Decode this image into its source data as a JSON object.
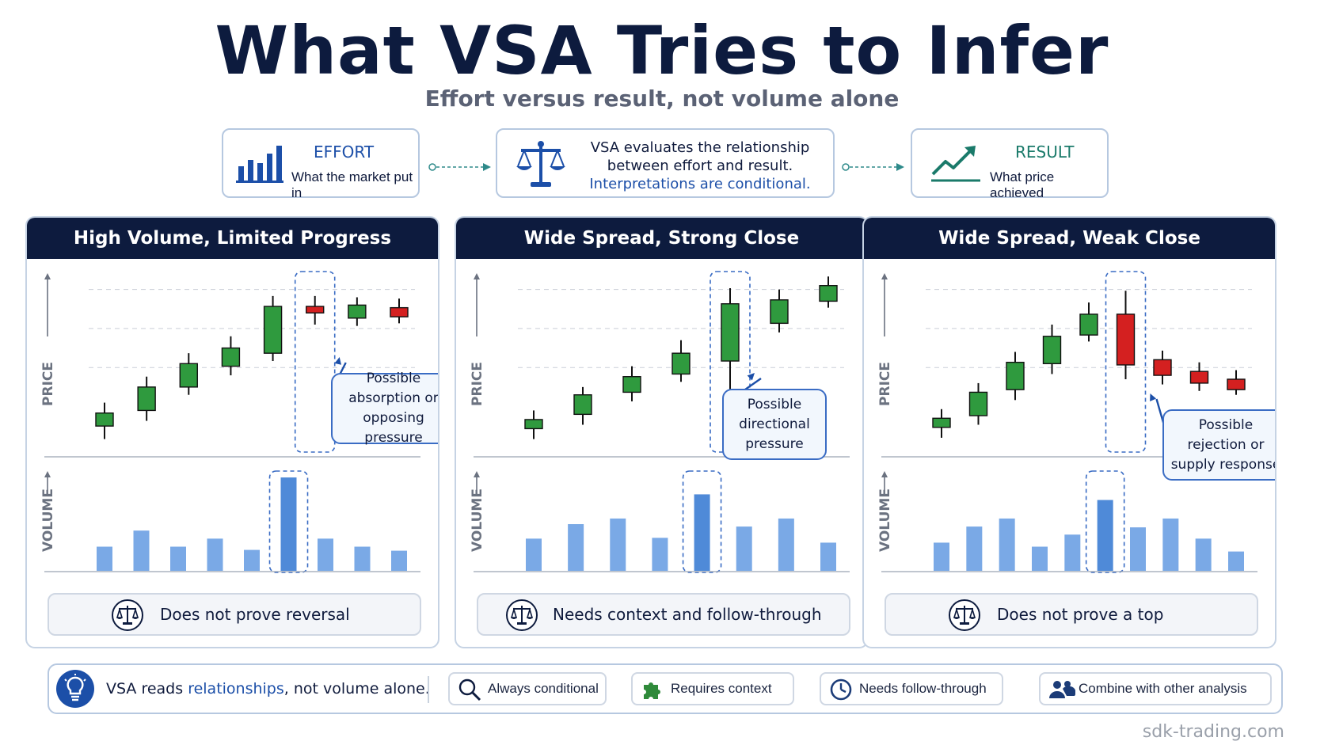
{
  "header": {
    "title": "What VSA Tries to Infer",
    "subtitle": "Effort versus result, not volume alone"
  },
  "flow": {
    "effort": {
      "title": "EFFORT",
      "sub": "What the market put in",
      "icon": "bar-chart-icon",
      "color": "#1c4fa8"
    },
    "center": {
      "line1": "VSA evaluates the relationship",
      "line2": "between effort and result.",
      "line3": "Interpretations are conditional.",
      "icon": "scale-icon",
      "accent": "#1c4fa8"
    },
    "result": {
      "title": "RESULT",
      "sub": "What price achieved",
      "icon": "trend-up-icon",
      "color": "#1a7a6a"
    }
  },
  "colors": {
    "navy": "#0d1b3e",
    "bull": "#2f9a3e",
    "bear": "#d42020",
    "volume": "#5b95dc",
    "highlight": "#3a6cc4"
  },
  "panels": [
    {
      "title": "High Volume, Limited Progress",
      "price_label": "PRICE",
      "volume_label": "VOLUME",
      "note": [
        "Possible",
        "absorption or",
        "opposing pressure"
      ],
      "caption": "Does not prove reversal",
      "highlight_index": 5,
      "candles": [
        {
          "o": 2.0,
          "c": 3.0,
          "h": 3.8,
          "l": 1.0
        },
        {
          "o": 3.2,
          "c": 5.0,
          "h": 5.8,
          "l": 2.4
        },
        {
          "o": 5.0,
          "c": 6.8,
          "h": 7.6,
          "l": 4.4
        },
        {
          "o": 6.6,
          "c": 8.0,
          "h": 8.9,
          "l": 5.9
        },
        {
          "o": 7.6,
          "c": 11.2,
          "h": 12.0,
          "l": 7.0
        },
        {
          "o": 11.2,
          "c": 10.7,
          "h": 12.0,
          "l": 9.8
        },
        {
          "o": 10.3,
          "c": 11.3,
          "h": 11.9,
          "l": 9.7
        },
        {
          "o": 11.1,
          "c": 10.4,
          "h": 11.8,
          "l": 9.9
        }
      ],
      "volumes": [
        3,
        5,
        3,
        4,
        2.6,
        11.6,
        4,
        3,
        2.5
      ]
    },
    {
      "title": "Wide Spread, Strong Close",
      "price_label": "PRICE",
      "volume_label": "VOLUME",
      "note": [
        "Possible",
        "directional",
        "pressure"
      ],
      "caption": "Needs context and follow-through",
      "highlight_index": 4,
      "candles": [
        {
          "o": 1.8,
          "c": 2.5,
          "h": 3.2,
          "l": 1.0
        },
        {
          "o": 2.9,
          "c": 4.4,
          "h": 5.0,
          "l": 2.1
        },
        {
          "o": 4.6,
          "c": 5.8,
          "h": 6.6,
          "l": 3.9
        },
        {
          "o": 6.0,
          "c": 7.6,
          "h": 8.6,
          "l": 5.4
        },
        {
          "o": 7.0,
          "c": 11.4,
          "h": 12.6,
          "l": 2.4
        },
        {
          "o": 9.9,
          "c": 11.7,
          "h": 12.5,
          "l": 9.2
        },
        {
          "o": 11.6,
          "c": 12.8,
          "h": 13.5,
          "l": 11.1
        }
      ],
      "volumes": [
        4,
        5.8,
        6.5,
        4.1,
        9.5,
        5.5,
        6.5,
        3.5
      ]
    },
    {
      "title": "Wide Spread, Weak Close",
      "price_label": "PRICE",
      "volume_label": "VOLUME",
      "note": [
        "Possible",
        "rejection or",
        "supply response"
      ],
      "caption": "Does not prove a top",
      "highlight_index": 5,
      "candles": [
        {
          "o": 1.9,
          "c": 2.6,
          "h": 3.3,
          "l": 1.1
        },
        {
          "o": 2.8,
          "c": 4.6,
          "h": 5.3,
          "l": 2.1
        },
        {
          "o": 4.8,
          "c": 6.9,
          "h": 7.7,
          "l": 4.0
        },
        {
          "o": 6.8,
          "c": 8.9,
          "h": 9.8,
          "l": 6.0
        },
        {
          "o": 9.0,
          "c": 10.6,
          "h": 11.5,
          "l": 8.5
        },
        {
          "o": 10.6,
          "c": 6.7,
          "h": 12.4,
          "l": 5.6
        },
        {
          "o": 7.1,
          "c": 5.9,
          "h": 7.8,
          "l": 5.2
        },
        {
          "o": 6.2,
          "c": 5.3,
          "h": 6.9,
          "l": 4.7
        },
        {
          "o": 5.6,
          "c": 4.8,
          "h": 6.3,
          "l": 4.4
        }
      ],
      "volumes": [
        3.5,
        5.5,
        6.5,
        3,
        4.5,
        8.8,
        5.4,
        6.5,
        4,
        2.4
      ]
    }
  ],
  "footer": {
    "lead_before": "VSA reads ",
    "lead_highlight": "relationships",
    "lead_after": ", not volume alone.",
    "pills": [
      {
        "label": "Always conditional",
        "icon": "magnifier-icon"
      },
      {
        "label": "Requires context",
        "icon": "puzzle-icon"
      },
      {
        "label": "Needs follow-through",
        "icon": "clock-icon"
      },
      {
        "label": "Combine with other analysis",
        "icon": "people-icon"
      }
    ]
  },
  "watermark": "sdk-trading.com"
}
